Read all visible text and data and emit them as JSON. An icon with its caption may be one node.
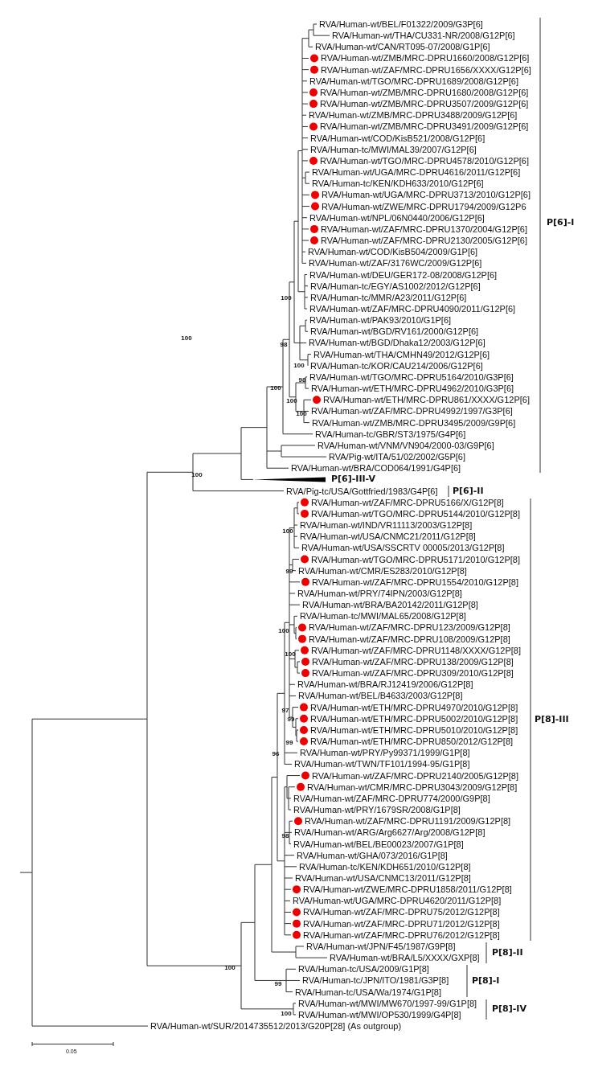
{
  "diagram": {
    "labels": [
      "RVA/Human-wt/BEL/F01322/2009/G3P[6]",
      "RVA/Human-wt/THA/CU331-NR/2008/G12P[6]",
      "RVA/Human-wt/CAN/RT095-07/2008/G1P[6]",
      "RVA/Human-wt/ZMB/MRC-DPRU1660/2008/G12P[6]",
      "RVA/Human-wt/ZAF/MRC-DPRU1656/XXXX/G12P[6]",
      "RVA/Human-wt/TGO/MRC-DPRU1689/2008/G12P[6]",
      "RVA/Human-wt/ZMB/MRC-DPRU1680/2008/G12P[6]",
      "RVA/Human-wt/ZMB/MRC-DPRU3507/2009/G12P[6]",
      "RVA/Human-wt/ZMB/MRC-DPRU3488/2009/G12P[6]",
      "RVA/Human-wt/ZMB/MRC-DPRU3491/2009/G12P[6]",
      "RVA/Human-wt/COD/KisB521/2008/G12P[6]",
      "RVA/Human-tc/MWI/MAL39/2007/G12P[6]",
      "RVA/Human-wt/TGO/MRC-DPRU4578/2010/G12P[6]",
      "RVA/Human-wt/UGA/MRC-DPRU4616/2011/G12P[6]",
      "RVA/Human-tc/KEN/KDH633/2010/G12P[6]",
      "RVA/Human-wt/UGA/MRC-DPRU3713/2010/G12P[6]",
      "RVA/Human-wt/ZWE/MRC-DPRU1794/2009/G12P6",
      "RVA/Human-wt/NPL/06N0440/2006/G12P[6]",
      "RVA/Human-wt/ZAF/MRC-DPRU1370/2004/G12P[6]",
      "RVA/Human-wt/ZAF/MRC-DPRU2130/2005/G12P[6]",
      "RVA/Human-wt/COD/KisB504/2009/G1P[6]",
      "RVA/Human-wt/ZAF/3176WC/2009/G12P[6]",
      "RVA/Human-wt/DEU/GER172-08/2008/G12P[6]",
      "RVA/Human-tc/EGY/AS1002/2012/G12P[6]",
      "RVA/Human-tc/MMR/A23/2011/G12P[6]",
      "RVA/Human-wt/ZAF/MRC-DPRU4090/2011/G12P[6]",
      "RVA/Human-wt/PAK93/2010/G1P[6]",
      "RVA/Human-wt/BGD/RV161/2000/G12P[6]",
      "RVA/Human-wt/BGD/Dhaka12/2003/G12P[6]",
      "RVA/Human-wt/THA/CMHN49/2012/G12P[6]",
      "RVA/Human-tc/KOR/CAU214/2006/G12P[6]",
      "RVA/Human-wt/TGO/MRC-DPRU5164/2010/G3P[6]",
      "RVA/Human-wt/ETH/MRC-DPRU4962/2010/G3P[6]",
      "RVA/Human-wt/ETH/MRC-DPRU861/XXXX/G12P[6]",
      "RVA/Human-wt/ZAF/MRC-DPRU4992/1997/G3P[6]",
      "RVA/Human-wt/ZMB/MRC-DPRU3495/2009/G9P[6]",
      "RVA/Human-tc/GBR/ST3/1975/G4P[6]",
      "RVA/Human-wt/VNM/VN904/2000-03/G9P[6]",
      "RVA/Pig-wt/ITA/51/02/2002/G5P[6]",
      "RVA/Human-wt/BRA/COD064/1991/G4P[6]",
      "P[6]-III-V",
      "RVA/Pig-tc/USA/Gottfried/1983/G4P[6]",
      "RVA/Human-wt/ZAF/MRC-DPRU5166/X/G12P[8]",
      "RVA/Human-wt/TGO/MRC-DPRU5144/2010/G12P[8]",
      "RVA/Human-wt/IND/VR11113/2003/G12P[8]",
      "RVA/Human-wt/USA/CNMC21/2011/G12P[8]",
      "RVA/Human-wt/USA/SSCRTV 00005/2013/G12P[8]",
      "RVA/Human-wt/TGO/MRC-DPRU5171/2010/G12P[8]",
      "RVA/Human-wt/CMR/ES283/2010/G12P[8]",
      "RVA/Human-wt/ZAF/MRC-DPRU1554/2010/G12P[8]",
      "RVA/Human-wt/PRY/74IPN/2003/G12P[8]",
      "RVA/Human-wt/BRA/BA20142/2011/G12P[8]",
      "RVA/Human-tc/MWI/MAL65/2008/G12P[8]",
      "RVA/Human-wt/ZAF/MRC-DPRU123/2009/G12P[8]",
      "RVA/Human-wt/ZAF/MRC-DPRU108/2009/G12P[8]",
      "RVA/Human-wt/ZAF/MRC-DPRU1148/XXXX/G12P[8]",
      "RVA/Human-wt/ZAF/MRC-DPRU138/2009/G12P[8]",
      "RVA/Human-wt/ZAF/MRC-DPRU309/2010/G12P[8]",
      "RVA/Human-wt/BRA/RJ12419/2006/G12P[8]",
      "RVA/Human-wt/BEL/B4633/2003/G12P[8]",
      "RVA/Human-wt/ETH/MRC-DPRU4970/2010/G12P[8]",
      "RVA/Human-wt/ETH/MRC-DPRU5002/2010/G12P[8]",
      "RVA/Human-wt/ETH/MRC-DPRU5010/2010/G12P[8]",
      "RVA/Human-wt/ETH/MRC-DPRU850/2012/G12P[8]",
      "RVA/Human-wt/PRY/Py99371/1999/G1P[8]",
      "RVA/Human-wt/TWN/TF101/1994-95/G1P[8]",
      "RVA/Human-wt/ZAF/MRC-DPRU2140/2005/G12P[8]",
      "RVA/Human-wt/CMR/MRC-DPRU3043/2009/G12P[8]",
      "RVA/Human-wt/ZAF/MRC-DPRU774/2000/G9P[8]",
      "RVA/Human-wt/PRY/1679SR/2008/G1P[8]",
      "RVA/Human-wt/ZAF/MRC-DPRU1191/2009/G12P[8]",
      "RVA/Human-wt/ARG/Arg6627/Arg/2008/G12P[8]",
      "RVA/Human-wt/BEL/BE00023/2007/G1P[8]",
      "RVA/Human-wt/GHA/073/2016/G1P[8]",
      "RVA/Human-tc/KEN/KDH651/2010/G12P[8]",
      "RVA/Human-wt/USA/CNMC13/2011/G12P[8]",
      "RVA/Human-wt/ZWE/MRC-DPRU1858/2011/G12P[8]",
      "RVA/Human-wt/UGA/MRC-DPRU4620/2011/G12P[8]",
      "RVA/Human-wt/ZAF/MRC-DPRU75/2012/G12P[8]",
      "RVA/Human-wt/ZAF/MRC-DPRU71/2012/G12P[8]",
      "RVA/Human-wt/ZAF/MRC-DPRU76/2012/G12P[8]",
      "RVA/Human-wt/JPN/F45/1987/G9P[8]",
      "RVA/Human-wt/BRA/L5/XXXX/GXP[8]",
      "RVA/Human-tc/USA/2009/G1P[8]",
      "RVA/Human-tc/JPN/ITO/1981/G3P[8]",
      "RVA/Human-tc/USA/Wa/1974/G1P[8]",
      "RVA/Human-wt/MWI/MW670/1997-99/G1P[8]",
      "RVA/Human-wt/MWI/OP530/1999/G4P[8]",
      "RVA/Human-wt/SUR/2014735512/2013/G20P[28] (As outgroup)",
      "100",
      "100",
      "98",
      "100",
      "98",
      "100",
      "100",
      "100",
      "100",
      "100",
      "99",
      "100",
      "100",
      "97",
      "99",
      "99",
      "96",
      "98",
      "100",
      "99",
      "100",
      "P[6]-I",
      "P[6]-II",
      "P[8]-III",
      "P[8]-II",
      "P[8]-I",
      "P[8]-IV",
      "0.05"
    ]
  }
}
